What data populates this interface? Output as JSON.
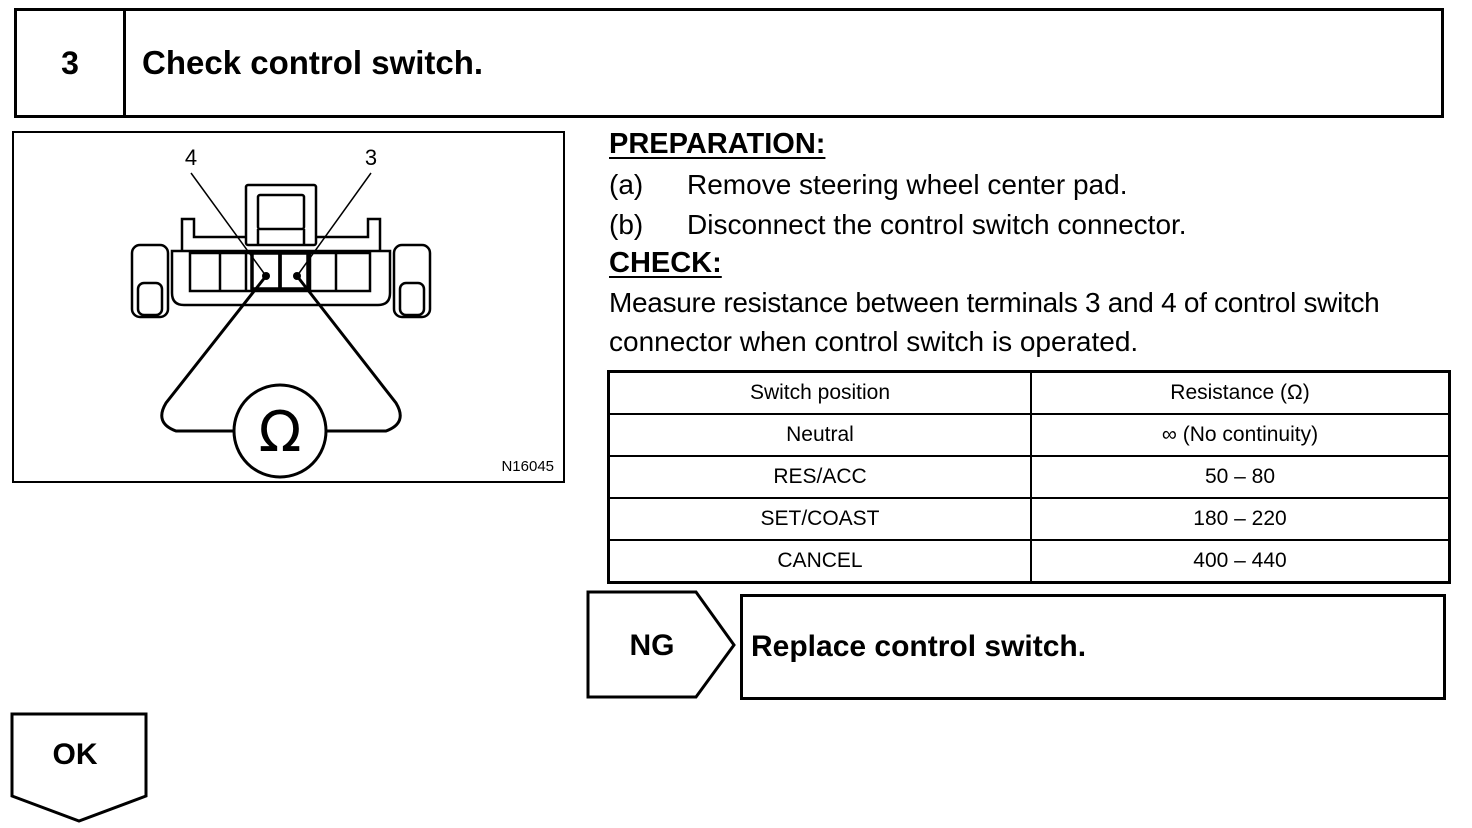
{
  "step": {
    "number": "3",
    "title": "Check control switch."
  },
  "figure": {
    "callouts": [
      "4",
      "3"
    ],
    "meter_symbol": "Ω",
    "figure_code": "N16045"
  },
  "preparation": {
    "heading": "PREPARATION:",
    "items": [
      {
        "label": "(a)",
        "text": "Remove steering wheel center pad."
      },
      {
        "label": "(b)",
        "text": "Disconnect the control switch connector."
      }
    ]
  },
  "check": {
    "heading": "CHECK:",
    "lines": [
      "Measure resistance between terminals 3 and 4 of control switch",
      "connector when control switch is operated."
    ]
  },
  "table": {
    "headers": [
      "Switch position",
      "Resistance (Ω)"
    ],
    "rows": [
      [
        "Neutral",
        "∞ (No continuity)"
      ],
      [
        "RES/ACC",
        "50 – 80"
      ],
      [
        "SET/COAST",
        "180 – 220"
      ],
      [
        "CANCEL",
        "400 – 440"
      ]
    ]
  },
  "ng": {
    "label": "NG",
    "action": "Replace control switch."
  },
  "ok": {
    "label": "OK"
  }
}
